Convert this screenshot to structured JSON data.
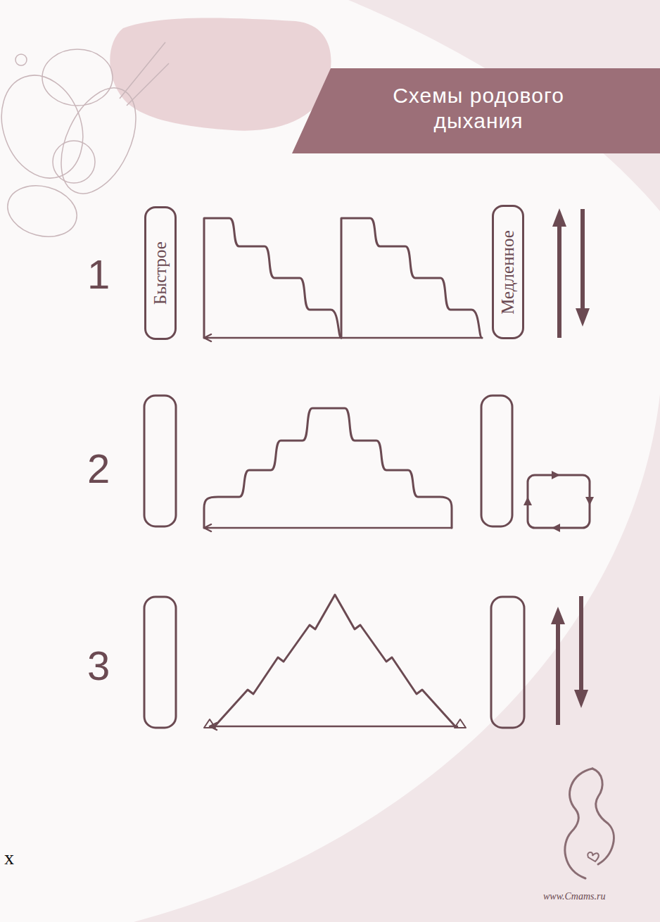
{
  "diagram": {
    "title": "Схемы родового дыхания",
    "nodes": [
      {
        "text": [
          "Быстрое"
        ]
      },
      {
        "text": [
          "Медленное"
        ]
      }
    ],
    "labels": [
      "1",
      "2",
      "3",
      "www.Cmams.ru",
      "х"
    ]
  }
}
